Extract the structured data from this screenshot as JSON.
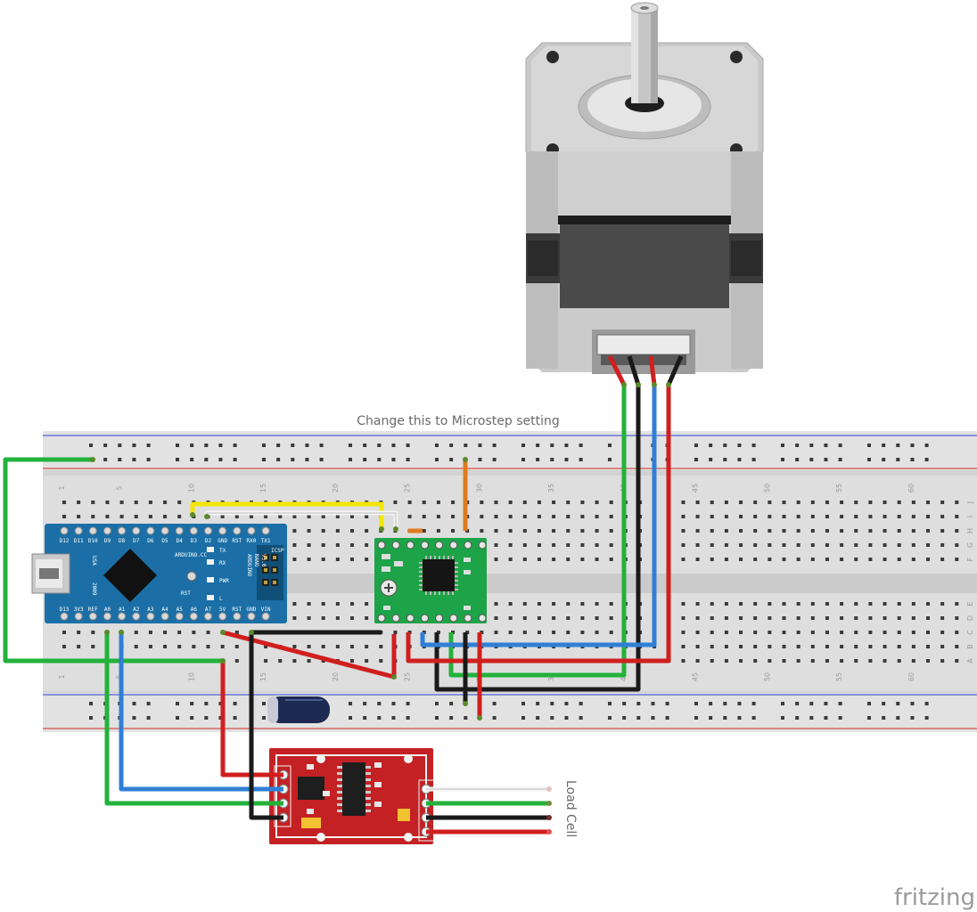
{
  "annotations": {
    "microstep_note": "Change this to Microstep setting",
    "load_cell_label": "Load Cell",
    "brand": "fritzing"
  },
  "breadboard": {
    "column_numbers": [
      "1",
      "5",
      "10",
      "15",
      "20",
      "25",
      "30",
      "35",
      "40",
      "45",
      "50",
      "55",
      "60"
    ],
    "row_letters_top": [
      "J",
      "I",
      "H",
      "G",
      "F"
    ],
    "row_letters_bottom": [
      "E",
      "D",
      "C",
      "B",
      "A"
    ]
  },
  "arduino_nano": {
    "top_pins": [
      "D12",
      "D11",
      "D10",
      "D9",
      "D8",
      "D7",
      "D6",
      "D5",
      "D4",
      "D3",
      "D2",
      "GND",
      "RST",
      "RX0",
      "TX1"
    ],
    "bottom_pins": [
      "D13",
      "3V3",
      "REF",
      "A0",
      "A1",
      "A2",
      "A3",
      "A4",
      "A5",
      "A6",
      "A7",
      "5V",
      "RST",
      "GND",
      "VIN"
    ],
    "text_arduino_cc": "ARDUINO.CC",
    "text_model": [
      "ARDUINO",
      "NANO",
      "V3.0"
    ],
    "text_usa": "USA",
    "text_year": "2009",
    "text_icsp": "ICSP",
    "text_rst": "RST",
    "led_labels": [
      "TX",
      "RX",
      "PWR",
      "L"
    ]
  },
  "colors": {
    "wire_green": "#22b23b",
    "wire_red": "#d01f1f",
    "wire_black": "#1a1a1a",
    "wire_blue": "#2f7fd6",
    "wire_yellow": "#f2e60a",
    "wire_white": "#f4f4f4",
    "wire_orange": "#e07a1e",
    "nano_board": "#1b6fa6",
    "driver_board": "#1da348",
    "hx711_board": "#c42124"
  }
}
